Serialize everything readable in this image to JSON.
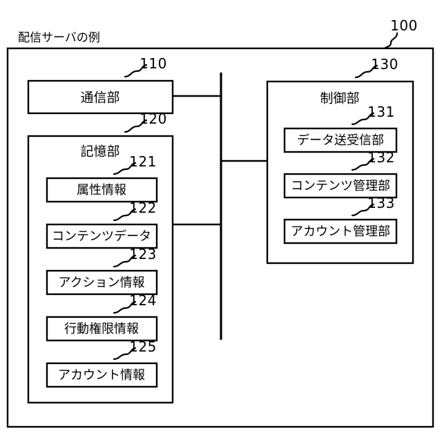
{
  "figure": {
    "title": "配信サーバの例",
    "root_ref": "100",
    "background_color": "#ffffff",
    "line_color": "#000000"
  },
  "blocks": [
    {
      "id": "communication-unit",
      "label": "通信部",
      "ref": "110"
    },
    {
      "id": "storage-unit",
      "label": "記憶部",
      "ref": "120"
    },
    {
      "id": "control-unit",
      "label": "制御部",
      "ref": "130"
    }
  ],
  "storage_items": [
    {
      "id": "attribute-information",
      "label": "属性情報",
      "ref": "121"
    },
    {
      "id": "content-data",
      "label": "コンテンツデータ",
      "ref": "122"
    },
    {
      "id": "action-information",
      "label": "アクション情報",
      "ref": "123"
    },
    {
      "id": "behavior-authority-information",
      "label": "行動権限情報",
      "ref": "124"
    },
    {
      "id": "account-information",
      "label": "アカウント情報",
      "ref": "125"
    }
  ],
  "control_items": [
    {
      "id": "data-transceiver-unit",
      "label": "データ送受信部",
      "ref": "131"
    },
    {
      "id": "content-management-unit",
      "label": "コンテンツ管理部",
      "ref": "132"
    },
    {
      "id": "account-management-unit",
      "label": "アカウント管理部",
      "ref": "133"
    }
  ]
}
